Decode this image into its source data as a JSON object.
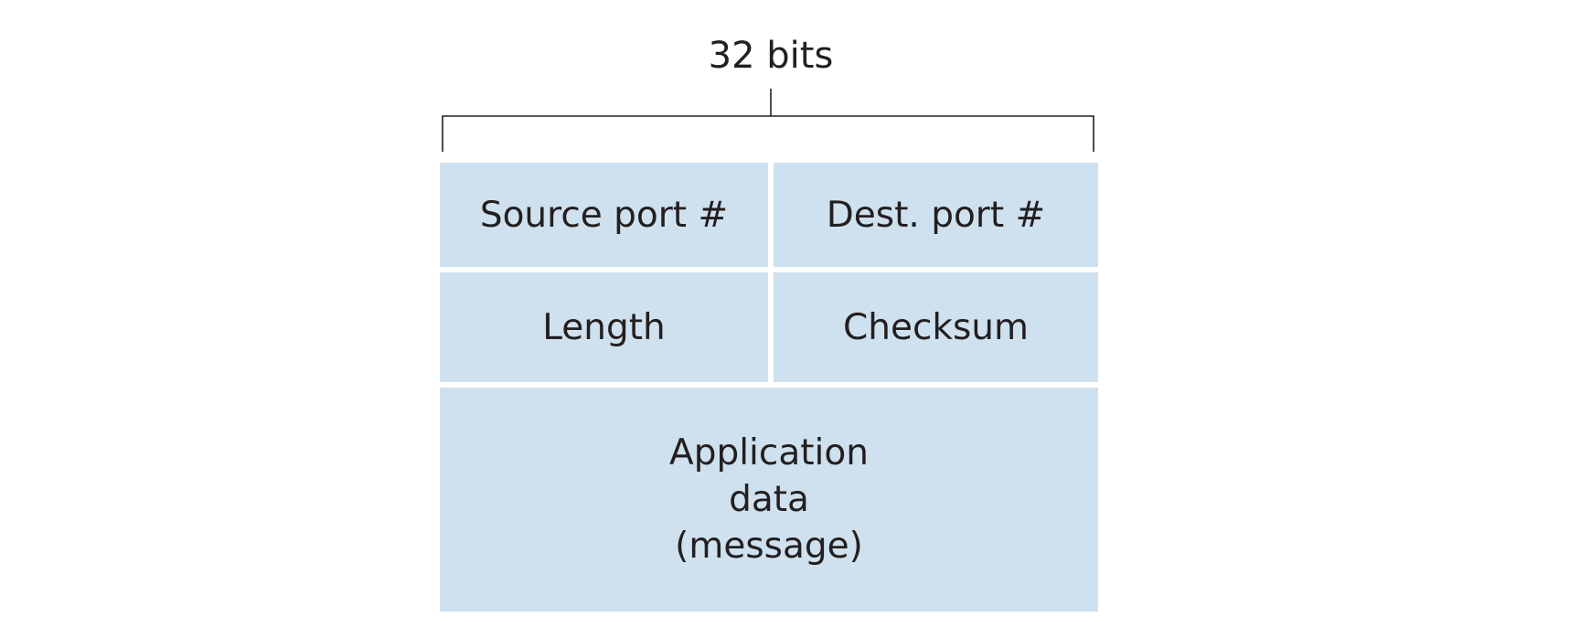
{
  "diagram": {
    "width_label": "32 bits",
    "fields": {
      "source_port": "Source port #",
      "dest_port": "Dest. port #",
      "length": "Length",
      "checksum": "Checksum",
      "application_data": [
        "Application",
        "data",
        "(message)"
      ]
    },
    "colors": {
      "field_fill": "#cfe1ee",
      "text": "#231f20",
      "line": "#231f20"
    }
  }
}
